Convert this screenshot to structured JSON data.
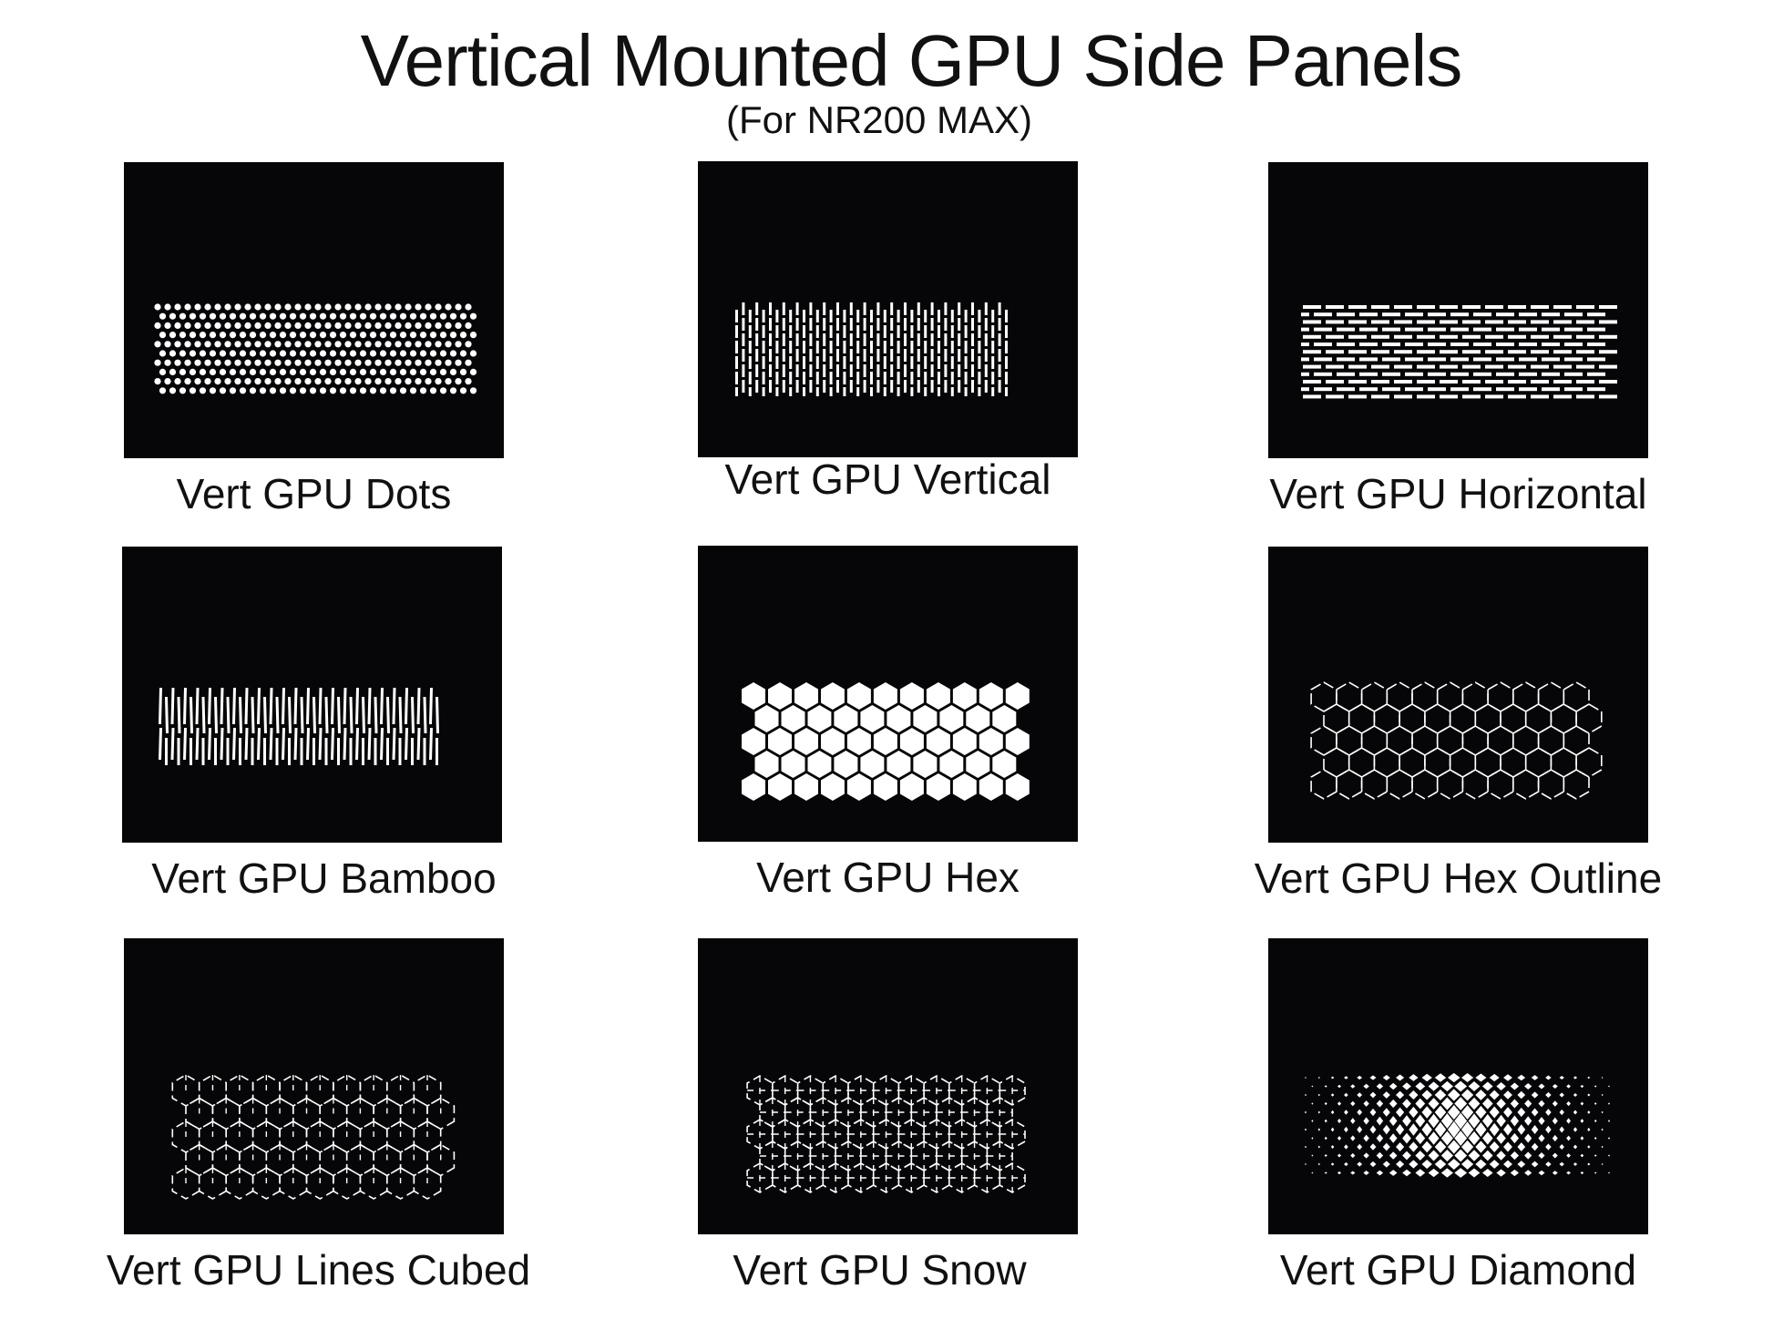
{
  "header": {
    "title": "Vertical Mounted GPU Side Panels",
    "subtitle": "(For NR200 MAX)"
  },
  "panels": [
    {
      "label": "Vert GPU Dots",
      "pattern": "dots"
    },
    {
      "label": "Vert GPU Vertical",
      "pattern": "vertical"
    },
    {
      "label": "Vert GPU Horizontal",
      "pattern": "horizontal"
    },
    {
      "label": "Vert GPU Bamboo",
      "pattern": "bamboo"
    },
    {
      "label": "Vert GPU Hex",
      "pattern": "hex"
    },
    {
      "label": "Vert GPU Hex Outline",
      "pattern": "hex-outline"
    },
    {
      "label": "Vert GPU Lines Cubed",
      "pattern": "lines-cubed"
    },
    {
      "label": "Vert GPU Snow",
      "pattern": "snow"
    },
    {
      "label": "Vert GPU Diamond",
      "pattern": "diamond"
    }
  ],
  "colors": {
    "panel": "#060608",
    "cutout": "#ffffff",
    "background": "#ffffff"
  }
}
